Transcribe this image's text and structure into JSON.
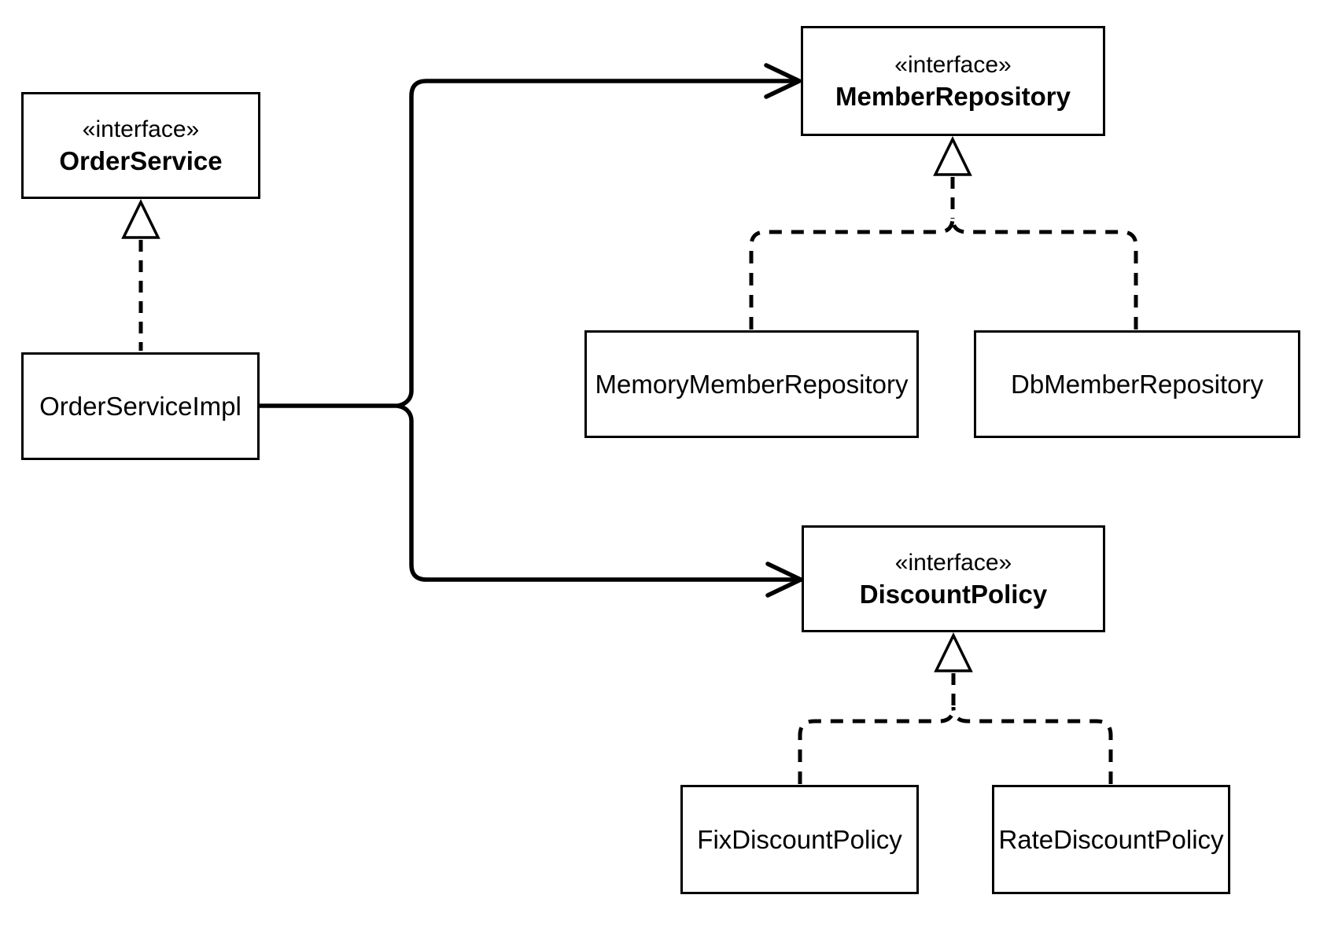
{
  "diagram": {
    "type": "uml-class-diagram",
    "background_color": "#ffffff",
    "line_color": "#000000",
    "text_color": "#000000",
    "nodes": [
      {
        "id": "order-service",
        "kind": "interface",
        "stereotype": "«interface»",
        "name": "OrderService"
      },
      {
        "id": "order-service-impl",
        "kind": "class",
        "name": "OrderServiceImpl"
      },
      {
        "id": "member-repository",
        "kind": "interface",
        "stereotype": "«interface»",
        "name": "MemberRepository"
      },
      {
        "id": "memory-member-repository",
        "kind": "class",
        "name": "MemoryMemberRepository"
      },
      {
        "id": "db-member-repository",
        "kind": "class",
        "name": "DbMemberRepository"
      },
      {
        "id": "discount-policy",
        "kind": "interface",
        "stereotype": "«interface»",
        "name": "DiscountPolicy"
      },
      {
        "id": "fix-discount-policy",
        "kind": "class",
        "name": "FixDiscountPolicy"
      },
      {
        "id": "rate-discount-policy",
        "kind": "class",
        "name": "RateDiscountPolicy"
      }
    ],
    "relationships": [
      {
        "from": "OrderServiceImpl",
        "to": "OrderService",
        "type": "realization"
      },
      {
        "from": "OrderServiceImpl",
        "to": "MemberRepository",
        "type": "dependency"
      },
      {
        "from": "OrderServiceImpl",
        "to": "DiscountPolicy",
        "type": "dependency"
      },
      {
        "from": "MemoryMemberRepository",
        "to": "MemberRepository",
        "type": "realization"
      },
      {
        "from": "DbMemberRepository",
        "to": "MemberRepository",
        "type": "realization"
      },
      {
        "from": "FixDiscountPolicy",
        "to": "DiscountPolicy",
        "type": "realization"
      },
      {
        "from": "RateDiscountPolicy",
        "to": "DiscountPolicy",
        "type": "realization"
      }
    ]
  }
}
